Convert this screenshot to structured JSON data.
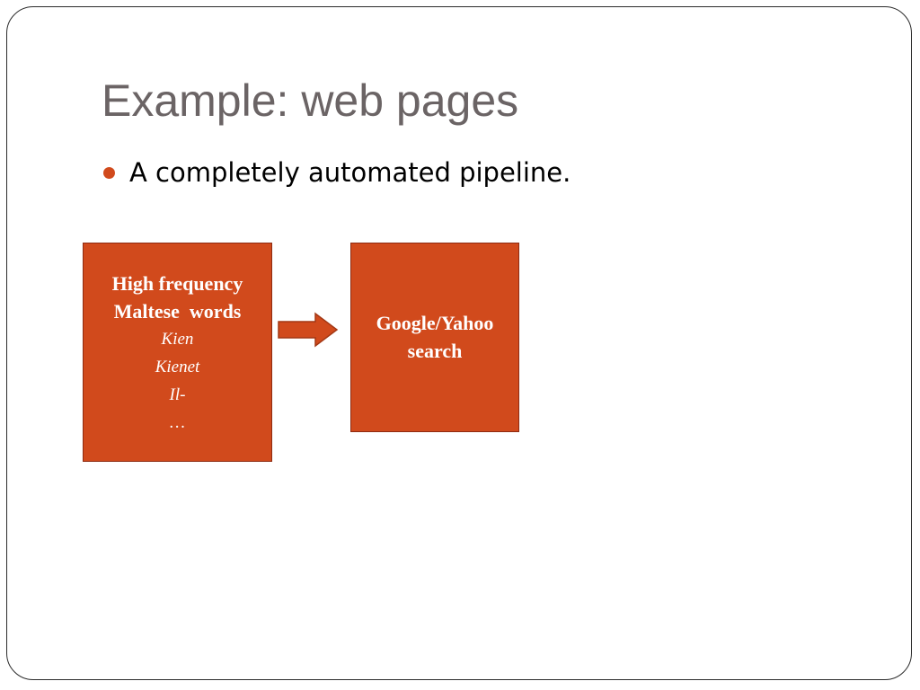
{
  "slide": {
    "title": "Example: web pages",
    "bullet": "A completely automated pipeline."
  },
  "diagram": {
    "source_box": {
      "lines_bold": [
        "High frequency",
        "Maltese  words"
      ],
      "lines_italic": [
        "Kien",
        "Kienet",
        "Il-",
        "…"
      ]
    },
    "target_box": {
      "lines_bold": [
        "Google/Yahoo",
        "search"
      ]
    }
  },
  "colors": {
    "accent": "#d14a1c",
    "box_border": "#8e2b12",
    "arrow_border": "#a33815",
    "title": "#6b6465",
    "text": "#000000",
    "frame_border": "#2b2b2b"
  },
  "icons": {
    "bullet": "circle-bullet-icon",
    "arrow": "right-arrow-icon"
  }
}
